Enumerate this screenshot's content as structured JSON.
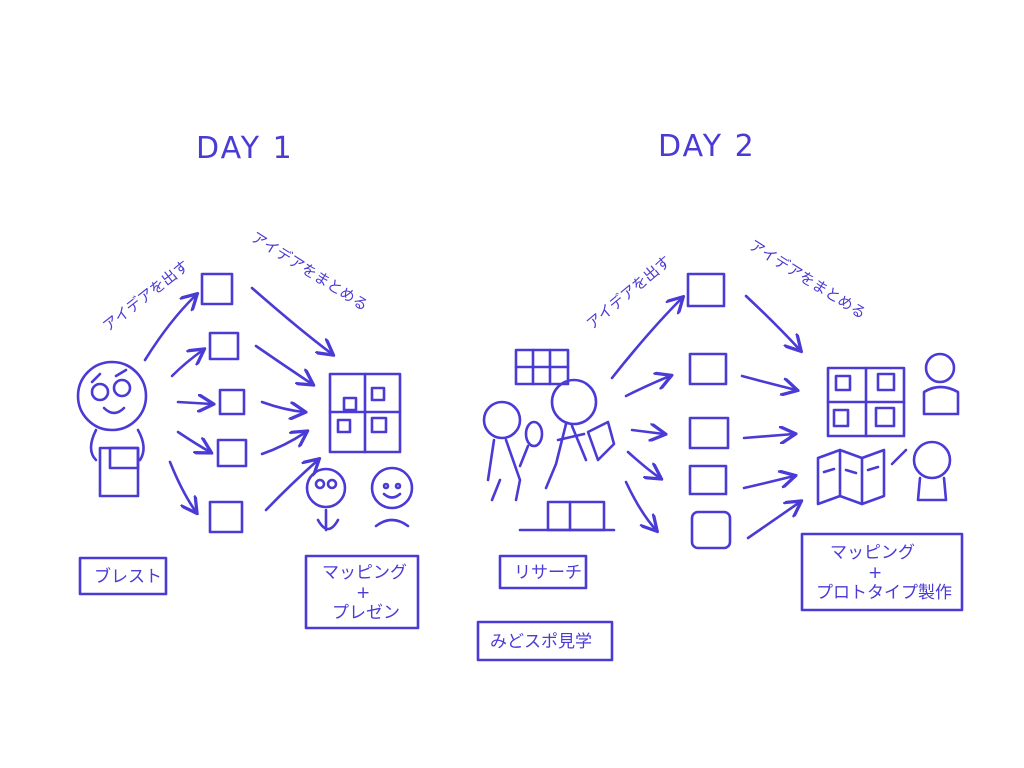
{
  "day1": {
    "title": "DAY 1",
    "arrow_label_out": "アイデアを出す",
    "arrow_label_in": "アイデアをまとめる",
    "left_box": "ブレスト",
    "right_box_line1": "マッピング",
    "right_box_line2": "+",
    "right_box_line3": "プレゼン"
  },
  "day2": {
    "title": "DAY 2",
    "arrow_label_out": "アイデアを出す",
    "arrow_label_in": "アイデアをまとめる",
    "left_box1": "リサーチ",
    "left_box2": "みどスポ見学",
    "right_box_line1": "マッピング",
    "right_box_line2": "+",
    "right_box_line3": "プロトタイプ製作"
  },
  "colors": {
    "ink": "#4a3ad6",
    "background": "#ffffff"
  }
}
